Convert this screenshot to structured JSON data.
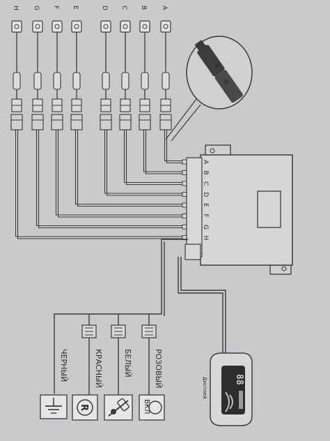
{
  "sensor_letters": [
    "A",
    "B",
    "C",
    "D",
    "E",
    "F",
    "G",
    "H"
  ],
  "connector_letters": [
    "A",
    "B",
    "C",
    "D",
    "E",
    "F",
    "G",
    "H"
  ],
  "callout_letters": [
    "A",
    "A"
  ],
  "wires": [
    {
      "label": "ЧЕРНЫЙ",
      "icon": "ground-icon"
    },
    {
      "label": "КРАСНЫЙ",
      "icon": "power-r-icon"
    },
    {
      "label": "БЕЛЫЙ",
      "icon": "brake-icon"
    },
    {
      "label": "РОЗОВЫЙ",
      "icon": "reverse-icon"
    }
  ],
  "reverse_text": "ВКЛ",
  "power_text": "R",
  "display_text": "88",
  "display_label": "Дисплей",
  "colors": {
    "background": "#c9cacb",
    "line": "#3a3a3a",
    "box": "#d6d6d6"
  }
}
